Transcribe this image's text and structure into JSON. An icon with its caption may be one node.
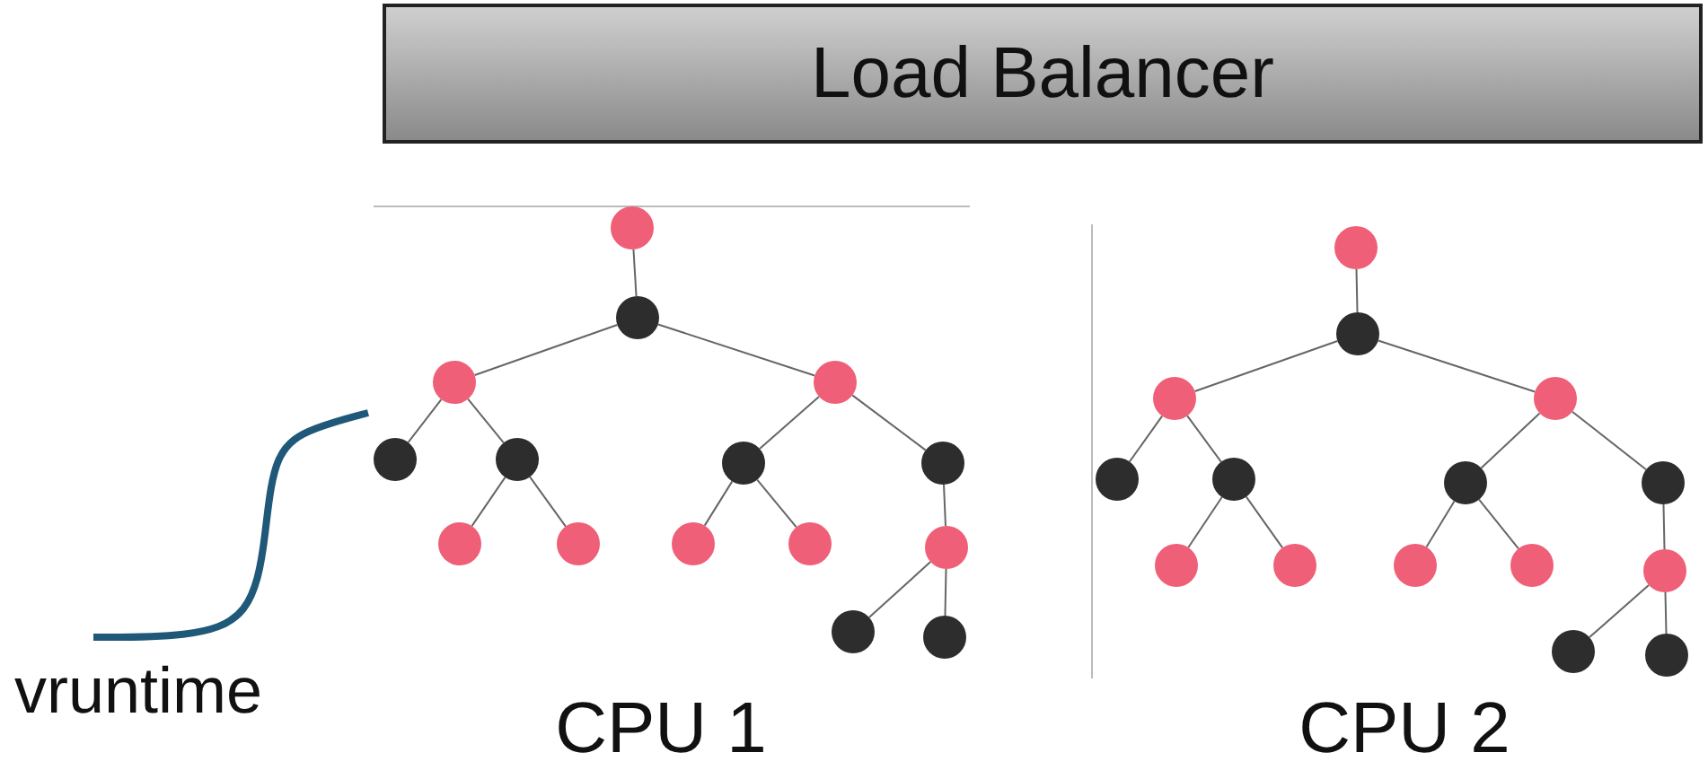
{
  "diagram": {
    "nodes": [
      {
        "text": [
          "Load Balancer"
        ]
      },
      {
        "text": [],
        "shape": "circle"
      },
      {
        "text": [],
        "shape": "circle"
      },
      {
        "text": [],
        "shape": "circle"
      },
      {
        "text": [],
        "shape": "circle"
      },
      {
        "text": [],
        "shape": "circle"
      },
      {
        "text": [],
        "shape": "circle"
      },
      {
        "text": [],
        "shape": "circle"
      },
      {
        "text": [],
        "shape": "circle"
      },
      {
        "text": [],
        "shape": "circle"
      },
      {
        "text": [],
        "shape": "circle"
      },
      {
        "text": [],
        "shape": "circle"
      },
      {
        "text": [],
        "shape": "circle"
      },
      {
        "text": [],
        "shape": "circle"
      },
      {
        "text": [],
        "shape": "circle"
      },
      {
        "text": [],
        "shape": "circle"
      },
      {
        "text": [],
        "shape": "circle"
      },
      {
        "text": [],
        "shape": "circle"
      },
      {
        "text": [],
        "shape": "circle"
      },
      {
        "text": [],
        "shape": "circle"
      },
      {
        "text": [],
        "shape": "circle"
      },
      {
        "text": [],
        "shape": "circle"
      },
      {
        "text": [],
        "shape": "circle"
      },
      {
        "text": [],
        "shape": "circle"
      },
      {
        "text": [],
        "shape": "circle"
      },
      {
        "text": [],
        "shape": "circle"
      },
      {
        "text": [],
        "shape": "circle"
      },
      {
        "text": [],
        "shape": "circle"
      },
      {
        "text": [],
        "shape": "circle"
      },
      {
        "text": [],
        "shape": "circle"
      },
      {
        "text": [],
        "shape": "circle"
      },
      {
        "text": [
          "vruntime"
        ]
      }
    ],
    "edges": [
      {
        "from": 1,
        "to": 2,
        "arrow": "none"
      },
      {
        "from": 2,
        "to": 3,
        "arrow": "none"
      },
      {
        "from": 2,
        "to": 4,
        "arrow": "none"
      },
      {
        "from": 3,
        "to": 5,
        "arrow": "none"
      },
      {
        "from": 3,
        "to": 6,
        "arrow": "none"
      },
      {
        "from": 6,
        "to": 9,
        "arrow": "none"
      },
      {
        "from": 6,
        "to": 10,
        "arrow": "none"
      },
      {
        "from": 4,
        "to": 7,
        "arrow": "none"
      },
      {
        "from": 4,
        "to": 8,
        "arrow": "none"
      },
      {
        "from": 7,
        "to": 11,
        "arrow": "none"
      },
      {
        "from": 7,
        "to": 12,
        "arrow": "none"
      },
      {
        "from": 8,
        "to": 13,
        "arrow": "none"
      },
      {
        "from": 13,
        "to": 14,
        "arrow": "none"
      },
      {
        "from": 13,
        "to": 15,
        "arrow": "none"
      },
      {
        "from": 16,
        "to": 17,
        "arrow": "none"
      },
      {
        "from": 17,
        "to": 18,
        "arrow": "none"
      },
      {
        "from": 17,
        "to": 19,
        "arrow": "none"
      },
      {
        "from": 18,
        "to": 20,
        "arrow": "none"
      },
      {
        "from": 18,
        "to": 21,
        "arrow": "none"
      },
      {
        "from": 21,
        "to": 24,
        "arrow": "none"
      },
      {
        "from": 21,
        "to": 25,
        "arrow": "none"
      },
      {
        "from": 19,
        "to": 22,
        "arrow": "none"
      },
      {
        "from": 19,
        "to": 23,
        "arrow": "none"
      },
      {
        "from": 22,
        "to": 26,
        "arrow": "none"
      },
      {
        "from": 22,
        "to": 27,
        "arrow": "none"
      },
      {
        "from": 23,
        "to": 28,
        "arrow": "none"
      },
      {
        "from": 28,
        "to": 29,
        "arrow": "none"
      },
      {
        "from": 28,
        "to": 30,
        "arrow": "none"
      },
      {
        "from": 31,
        "to": null,
        "arrow": "none",
        "style": "thick",
        "color": "#1f5878"
      }
    ],
    "labels": [
      "CPU 1",
      "CPU 2"
    ]
  }
}
